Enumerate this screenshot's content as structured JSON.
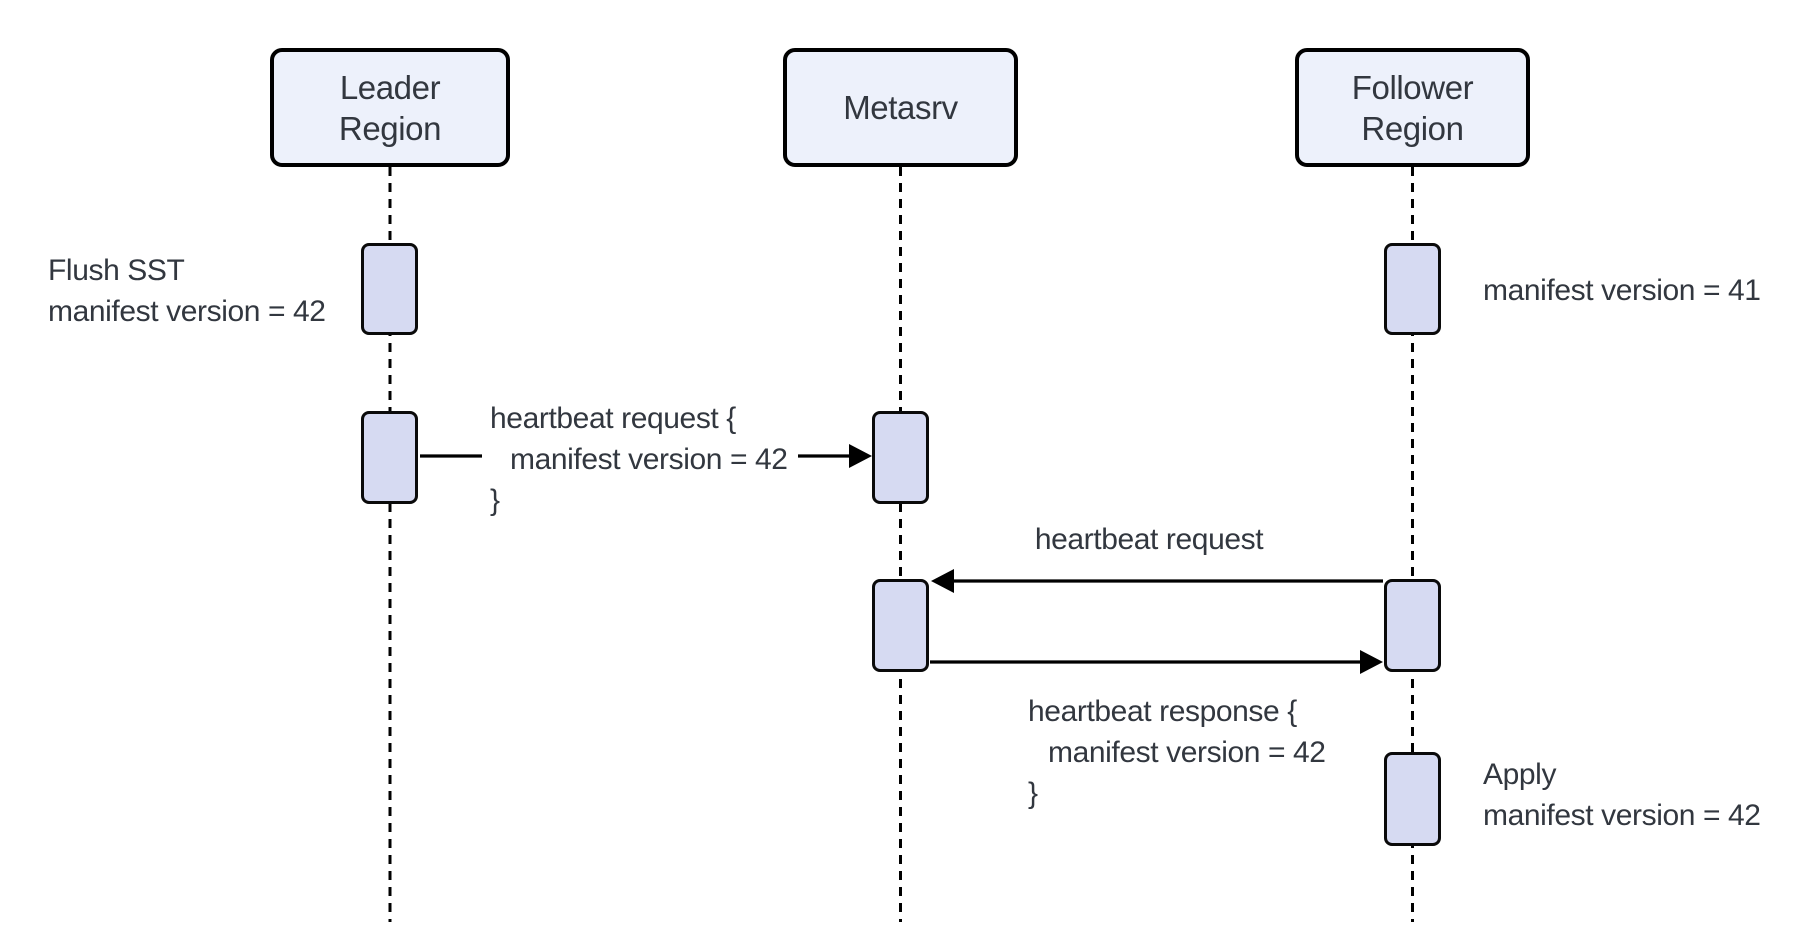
{
  "diagram": {
    "type": "sequence-diagram",
    "background": "#ffffff",
    "colors": {
      "participant_fill": "#edf1fb",
      "participant_border": "#000000",
      "activation_fill": "#d6daf2",
      "activation_border": "#0a0a0a",
      "lifeline": "#000000",
      "arrow": "#000000",
      "text": "#32373f"
    },
    "participants": [
      {
        "label_lines": [
          "Leader",
          "Region"
        ]
      },
      {
        "label_lines": [
          "Metasrv"
        ]
      },
      {
        "label_lines": [
          "Follower",
          "Region"
        ]
      }
    ],
    "messages": [
      {
        "from": "Leader Region",
        "to": "Metasrv",
        "arrow_direction": "right",
        "lines": [
          "heartbeat request {",
          "manifest version = 42",
          "}"
        ]
      },
      {
        "from": "Follower Region",
        "to": "Metasrv",
        "arrow_direction": "left",
        "lines": [
          "heartbeat request"
        ]
      },
      {
        "from": "Metasrv",
        "to": "Follower Region",
        "arrow_direction": "right",
        "lines": [
          "heartbeat response {",
          "manifest version = 42",
          "}"
        ]
      }
    ],
    "notes": [
      {
        "attached_to": "Leader Region",
        "side": "left",
        "lines": [
          "Flush SST",
          "manifest version = 42"
        ]
      },
      {
        "attached_to": "Follower Region",
        "side": "right",
        "lines": [
          "manifest version = 41"
        ]
      },
      {
        "attached_to": "Follower Region",
        "side": "right",
        "lines": [
          "Apply",
          "manifest version = 42"
        ]
      }
    ]
  }
}
